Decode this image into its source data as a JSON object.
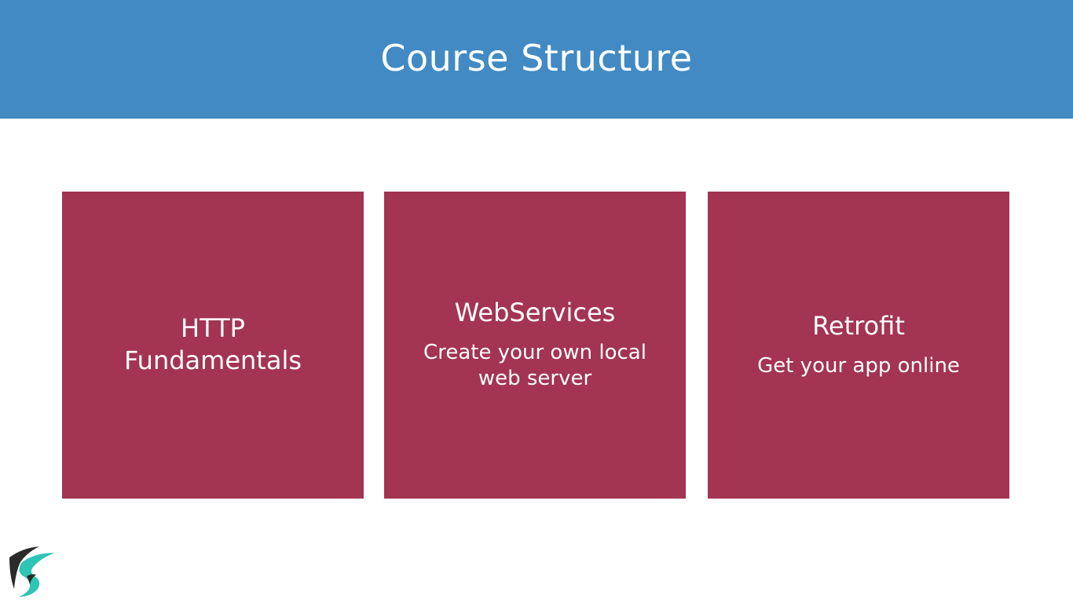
{
  "header": {
    "title": "Course Structure"
  },
  "cards": [
    {
      "title_line1": "HTTP",
      "title_line2": "Fundamentals"
    },
    {
      "title": "WebServices",
      "subtitle_line1": "Create your own local",
      "subtitle_line2": "web server"
    },
    {
      "title": "Retrofit",
      "subtitle": "Get your app online"
    }
  ],
  "colors": {
    "header_bg": "#428ac3",
    "card_bg": "#a33452",
    "text": "#ffffff",
    "logo_dark": "#2a2a2a",
    "logo_teal": "#2ec4b6"
  },
  "logo": {
    "icon": "brand-logo-icon"
  }
}
